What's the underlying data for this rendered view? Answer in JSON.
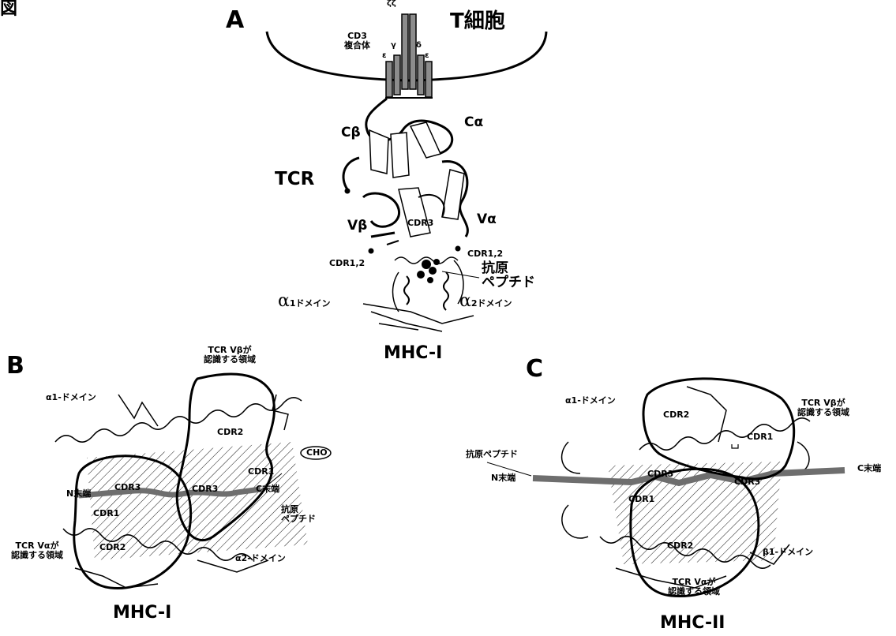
{
  "figure_label": "図",
  "panel_a": {
    "letter": "A",
    "t_cell": "T細胞",
    "cd3": "CD3\n複合体",
    "zeta": "ζζ",
    "gamma": "γ",
    "delta": "δ",
    "eps_l": "ε",
    "eps_r": "ε",
    "c_beta": "Cβ",
    "c_alpha": "Cα",
    "tcr": "TCR",
    "v_beta": "Vβ",
    "v_alpha": "Vα",
    "cdr3": "CDR3",
    "cdr12_l": "CDR1,2",
    "cdr12_r": "CDR1,2",
    "peptide": "抗原\nペプチド",
    "a1_sym": "α",
    "a1_num": "1",
    "a1_txt": "ドメイン",
    "a2_sym": "α",
    "a2_num": "2",
    "a2_txt": "ドメイン",
    "mhc": "MHC-I"
  },
  "panel_b": {
    "letter": "B",
    "vb_region": "TCR Vβが\n認識する領域",
    "a1": "α1-ドメイン",
    "cdr2_top": "CDR2",
    "cho": "CHO",
    "cdr1_r": "CDR1",
    "cdr3_l": "CDR3",
    "cdr3_r": "CDR3",
    "n_term": "N末端",
    "c_term": "C末端",
    "cdr1_l": "CDR1",
    "peptide": "抗原\nペプチド",
    "cdr2_bot": "CDR2",
    "va_region": "TCR Vαが\n認識する領域",
    "a2": "α2-ドメイン",
    "mhc": "MHC-I"
  },
  "panel_c": {
    "letter": "C",
    "a1": "α1-ドメイン",
    "cdr2": "CDR2",
    "vb_region": "TCR Vβが\n認識する領域",
    "cdr1_top": "CDR1",
    "peptide": "抗原ペプチド",
    "n_term": "N末端",
    "cdr3_l": "CDR3",
    "cdr3_r": "CDR3",
    "c_term": "C末端",
    "cdr1_l": "CDR1",
    "cdr2_bot": "CDR2",
    "b1": "β1-ドメイン",
    "va_region": "TCR Vαが\n認識する領域",
    "mhc": "MHC-II"
  }
}
